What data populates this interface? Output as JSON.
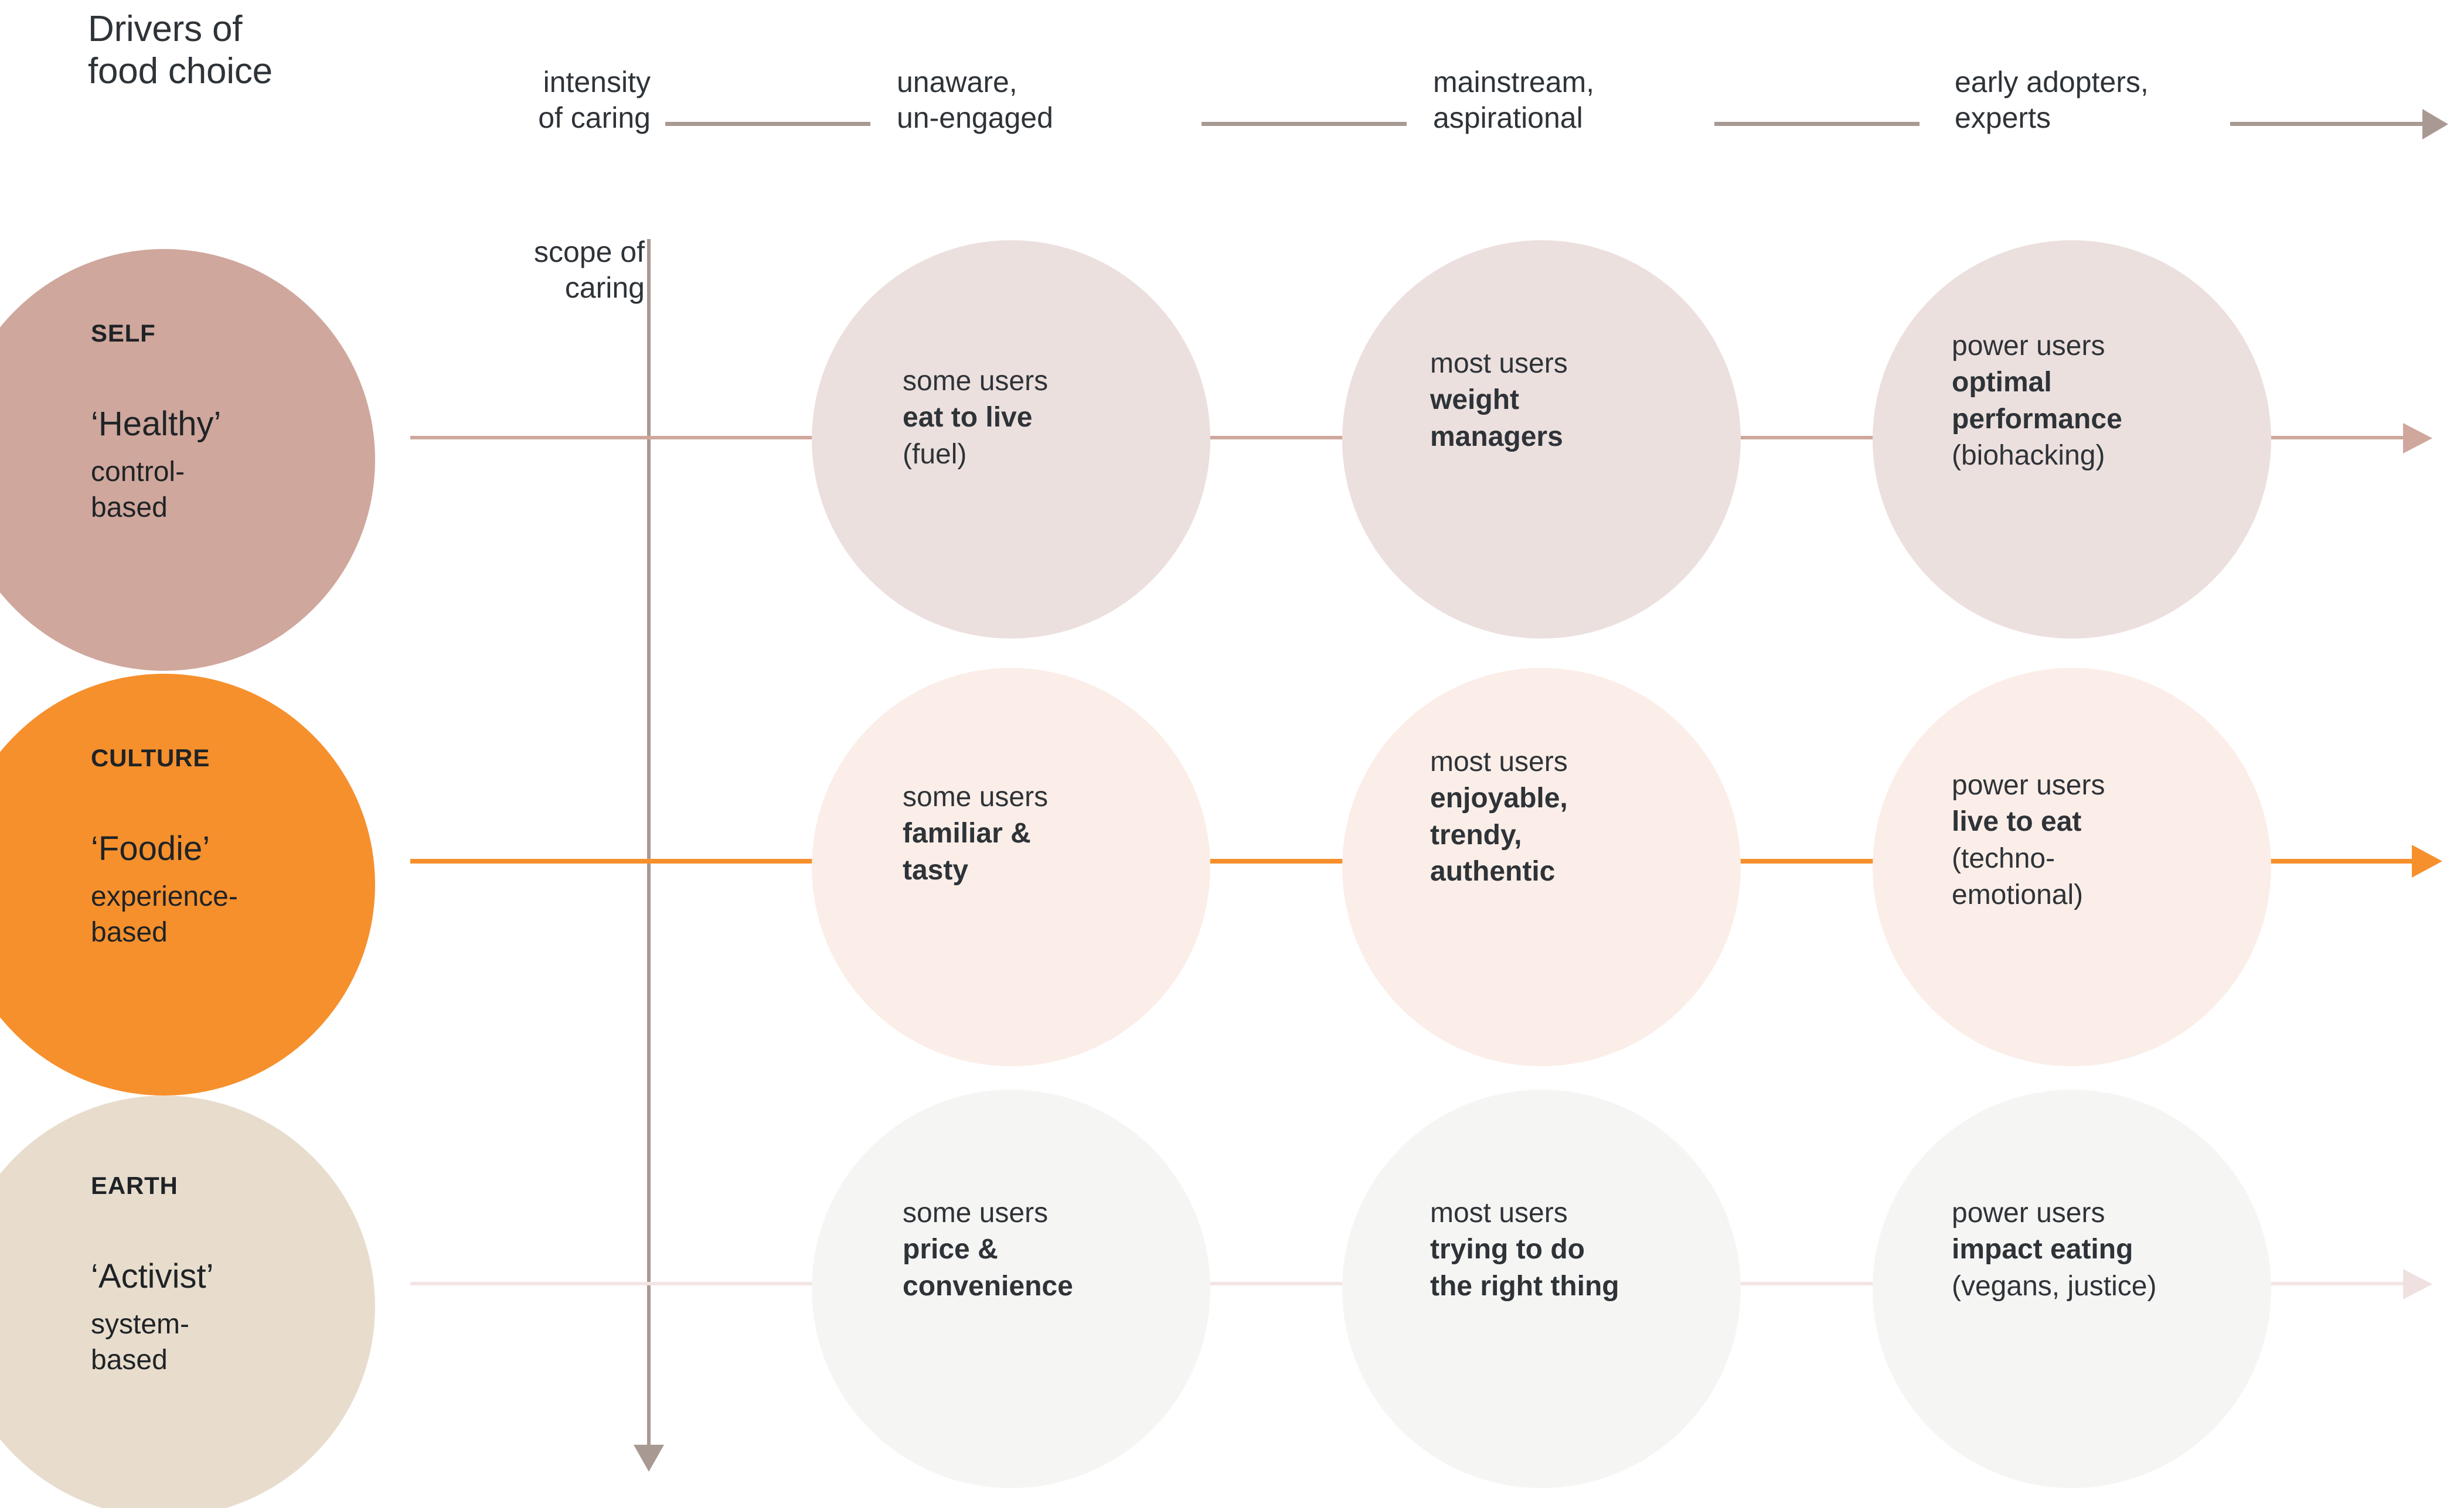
{
  "title": "Drivers of\nfood choice",
  "axes": {
    "x_label": "intensity\nof caring",
    "y_label": "scope of\ncaring",
    "x_stages": [
      "unaware,\nun-engaged",
      "mainstream,\naspirational",
      "early adopters,\nexperts"
    ]
  },
  "colors": {
    "self_driver": "#cfa79c",
    "self_node": "#ece0de",
    "self_line": "#cfa79c",
    "culture_driver": "#f6902d",
    "culture_node": "#fbeee8",
    "culture_line": "#f6902d",
    "earth_driver": "#e8ddcd",
    "earth_node": "#f5f5f4",
    "earth_line": "#f2e5e3",
    "axis": "#a99993",
    "text": "#2e3338"
  },
  "rows": [
    {
      "driver": {
        "category": "SELF",
        "name": "‘Healthy’",
        "subtitle": "control-\nbased"
      },
      "stages": [
        {
          "kicker": "some users",
          "strong": "eat to live",
          "note": "(fuel)"
        },
        {
          "kicker": "most users",
          "strong": "weight\nmanagers",
          "note": ""
        },
        {
          "kicker": "power users",
          "strong": "optimal\nperformance",
          "note": "(biohacking)"
        }
      ]
    },
    {
      "driver": {
        "category": "CULTURE",
        "name": "‘Foodie’",
        "subtitle": "experience-\nbased"
      },
      "stages": [
        {
          "kicker": "some users",
          "strong": "familiar &\ntasty",
          "note": ""
        },
        {
          "kicker": "most users",
          "strong": "enjoyable,\ntrendy,\nauthentic",
          "note": ""
        },
        {
          "kicker": "power users",
          "strong": "live to eat",
          "note": "(techno-\nemotional)"
        }
      ]
    },
    {
      "driver": {
        "category": "EARTH",
        "name": "‘Activist’",
        "subtitle": "system-\nbased"
      },
      "stages": [
        {
          "kicker": "some users",
          "strong": "price &\nconvenience",
          "note": ""
        },
        {
          "kicker": "most users",
          "strong": "trying to do\nthe right thing",
          "note": ""
        },
        {
          "kicker": "power users",
          "strong": "impact eating",
          "note": "(vegans, justice)"
        }
      ]
    }
  ],
  "icons": {
    "x_axis_arrow": "arrow-right-icon",
    "y_axis_arrow": "arrow-down-icon",
    "row_arrow": "arrow-right-icon"
  }
}
